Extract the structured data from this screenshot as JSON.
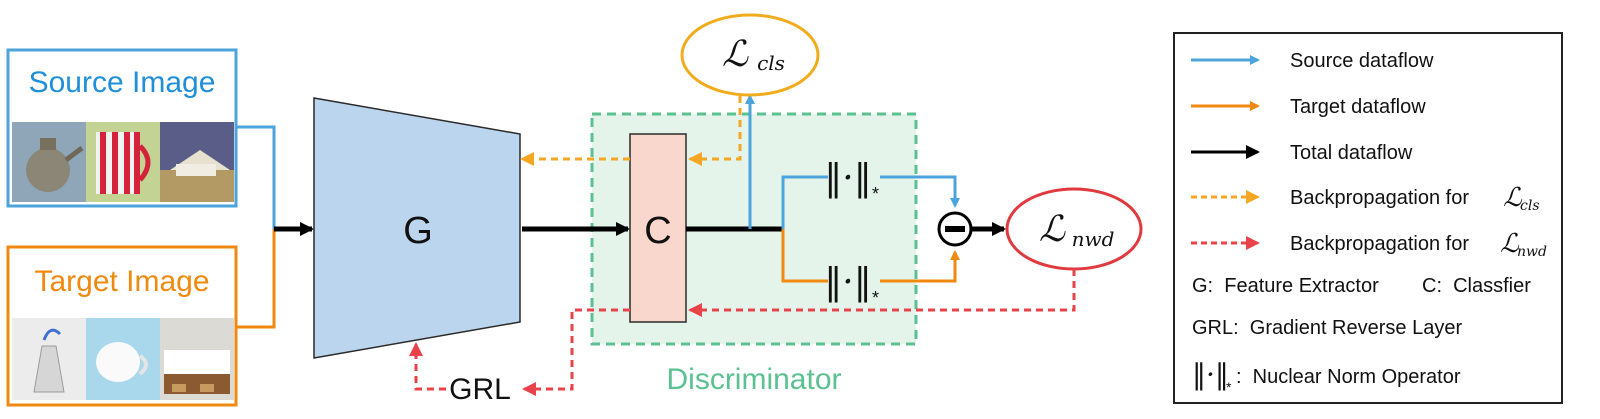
{
  "inputs": {
    "source_label": "Source Image",
    "target_label": "Target Image",
    "source_thumbnails": [
      "kettle-thumbnail",
      "mug-thumbnail",
      "bed-thumbnail"
    ],
    "target_thumbnails": [
      "kettle-thumbnail",
      "mug-thumbnail",
      "bed-thumbnail"
    ]
  },
  "blocks": {
    "g_label": "G",
    "c_label": "C",
    "grl_label": "GRL",
    "discriminator_label": "Discriminator",
    "loss_cls_script": "ℒ",
    "loss_cls_sub": "cls",
    "loss_nwd_script": "ℒ",
    "loss_nwd_sub": "nwd",
    "norm_symbol": "‖·‖",
    "norm_sub": "*"
  },
  "legend": {
    "source": "Source dataflow",
    "target": "Target dataflow",
    "total": "Total dataflow",
    "bp_cls_text": "Backpropagation for",
    "bp_nwd_text": "Backpropagation for",
    "g_def": "G:  Feature Extractor",
    "c_def": "C:  Classfier",
    "grl_def": "GRL:  Gradient Reverse Layer",
    "norm_def": ":  Nuclear Norm Operator"
  },
  "colors": {
    "source": "#4da3db",
    "target": "#f0890f",
    "total": "#000000",
    "bp_cls": "#f5a623",
    "bp_nwd": "#e8434a",
    "g_fill": "#bcd5ee",
    "c_fill": "#fad7cc",
    "disc_fill": "#e4f4ea",
    "disc_border": "#5cc191",
    "cls_ellipse": "#f0ac1c",
    "nwd_ellipse": "#e0393e"
  }
}
